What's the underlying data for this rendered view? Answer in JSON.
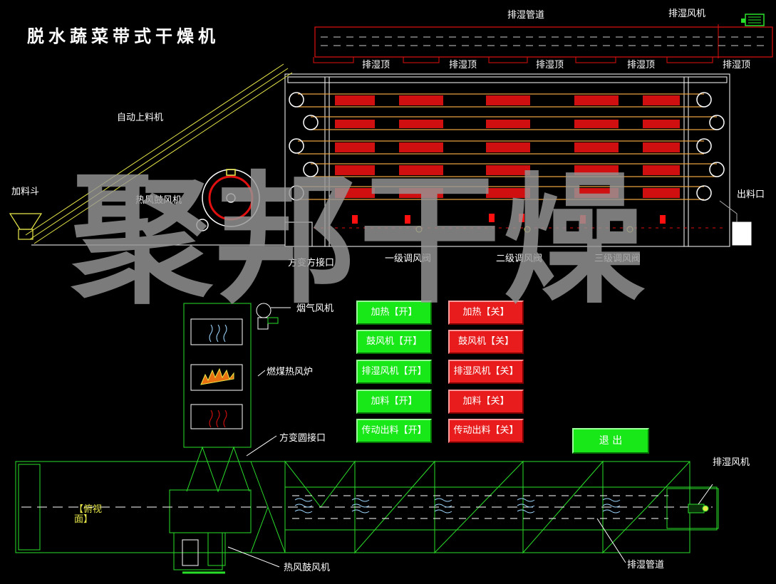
{
  "title": "脱水蔬菜带式干燥机",
  "watermark": "聚邦干燥",
  "labels": {
    "exhaust_pipe_top": "排湿管道",
    "exhaust_fan_top": "排湿风机",
    "exhaust_hood": "排湿顶",
    "auto_feed": "自动上料机",
    "hopper": "加料斗",
    "hot_air_blower": "热风鼓风机",
    "outlet": "出料口",
    "square_adapter": "方变方接口",
    "valve_1": "一级调风阀",
    "valve_2": "二级调风阀",
    "valve_3": "三级调风阀",
    "smoke_fan": "烟气风机",
    "coal_furnace": "燃煤热风炉",
    "round_adapter": "方变圆接口",
    "top_view_1": "【俯视",
    "top_view_2": "面】",
    "exhaust_fan_bottom": "排湿风机",
    "hot_air_blower_bottom": "热风鼓风机",
    "exhaust_pipe_bottom": "排湿管道"
  },
  "controls": {
    "heat_on": "加热【开】",
    "heat_off": "加热【关】",
    "blower_on": "鼓风机【开】",
    "blower_off": "鼓风机【关】",
    "exhaust_on": "排湿风机【开】",
    "exhaust_off": "排湿风机【关】",
    "feed_on": "加料【开】",
    "feed_off": "加料【关】",
    "drive_on": "传动出料【开】",
    "drive_off": "传动出料【关】",
    "exit": "退 出"
  },
  "colors": {
    "on": "#18e818",
    "off": "#e81c1c",
    "line_green": "#2adf2a",
    "line_white": "#ffffff",
    "line_red": "#e01010",
    "line_yellow": "#e8e84a"
  }
}
